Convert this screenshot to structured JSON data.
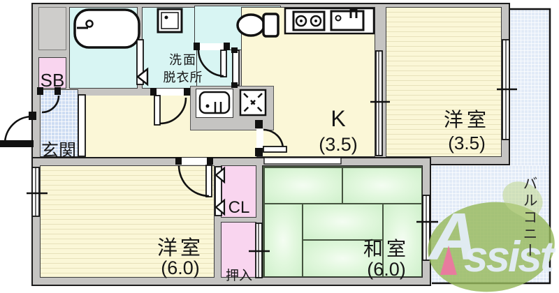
{
  "floorplan": {
    "rooms": {
      "entrance": {
        "label": "玄関"
      },
      "shoebox": {
        "label": "SB"
      },
      "washroom": {
        "line1": "洗面",
        "line2": "脱衣所"
      },
      "kitchen": {
        "label": "K",
        "size": "(3.5)"
      },
      "western_room_small": {
        "label": "洋室",
        "size": "(3.5)"
      },
      "western_room_large": {
        "label": "洋室",
        "size": "(6.0)"
      },
      "japanese_room": {
        "label": "和室",
        "size": "(6.0)"
      },
      "closet": {
        "label": "CL"
      },
      "oshiire": {
        "label": "押入"
      },
      "balcony": {
        "label": "バルコニー"
      }
    },
    "watermark": {
      "initial": "A",
      "rest": "ssist"
    },
    "colors": {
      "wall": "#c5c4c2",
      "wet_area": "#d8f5f3",
      "flooring": "#fbf7d7",
      "storage_pink": "#f9d5ef",
      "tatami_green": "#cff0cb",
      "balcony_blue": "#e2ebf7",
      "logo_green": "#96b85c",
      "logo_pink": "#e87b9e"
    }
  }
}
